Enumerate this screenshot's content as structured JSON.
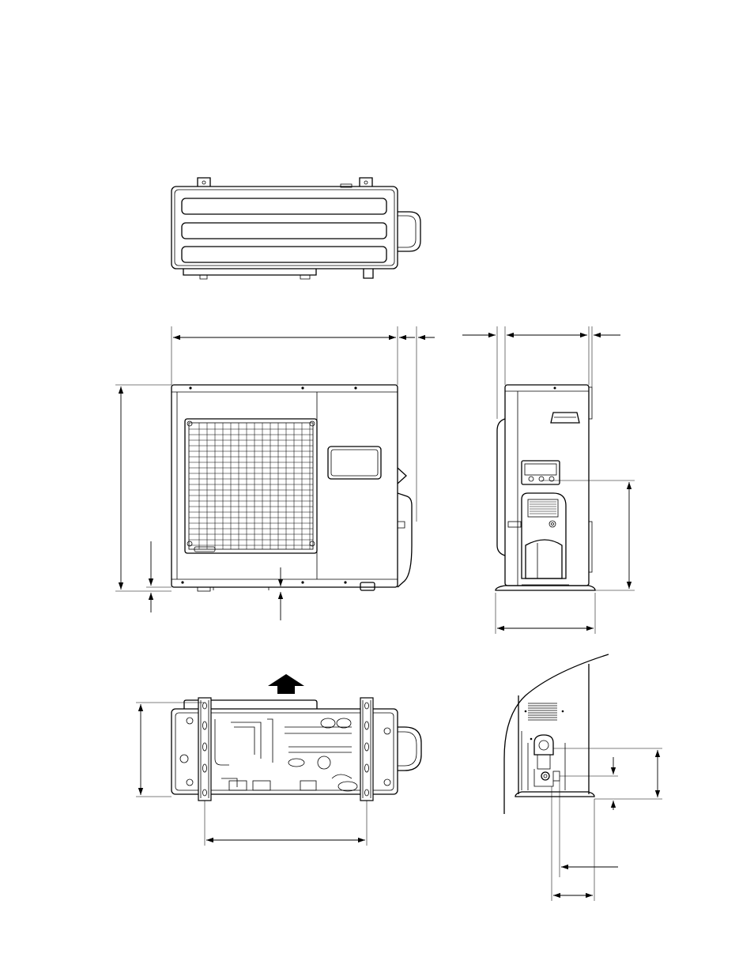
{
  "page": {
    "background": "#ffffff",
    "line_color": "#000000"
  },
  "views": [
    {
      "id": "top-view",
      "icon": "outdoor-unit-top-view"
    },
    {
      "id": "front-view",
      "icon": "outdoor-unit-front-view"
    },
    {
      "id": "side-view",
      "icon": "outdoor-unit-side-view"
    },
    {
      "id": "bottom-view",
      "icon": "outdoor-unit-bottom-view"
    },
    {
      "id": "detail-view",
      "icon": "piping-connection-detail-view"
    }
  ],
  "annotations": {
    "airflow_arrow": "up-arrow-icon"
  }
}
